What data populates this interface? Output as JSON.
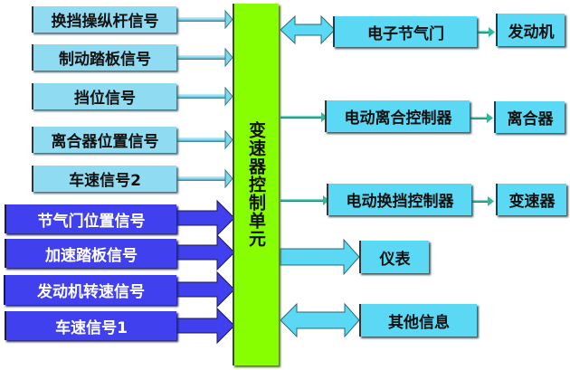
{
  "center": {
    "label": "变速器控制单元",
    "color": "#88ff00"
  },
  "inputs_light": [
    {
      "label": "换挡操纵杆信号"
    },
    {
      "label": "制动踏板信号"
    },
    {
      "label": "挡位信号"
    },
    {
      "label": "离合器位置信号"
    },
    {
      "label": "车速信号2"
    }
  ],
  "inputs_dark": [
    {
      "label": "节气门位置信号"
    },
    {
      "label": "加速踏板信号"
    },
    {
      "label": "发动机转速信号"
    },
    {
      "label": "车速信号1"
    }
  ],
  "outputs": [
    {
      "label": "电子节气门",
      "target": "发动机",
      "link": "bidirectional"
    },
    {
      "label": "电动离合控制器",
      "target": "离合器",
      "link": "output"
    },
    {
      "label": "电动换挡控制器",
      "target": "变速器",
      "link": "output"
    },
    {
      "label": "仪表",
      "link": "output"
    },
    {
      "label": "其他信息",
      "link": "bidirectional"
    }
  ],
  "colors": {
    "light_box": "#8fdcf2",
    "dark_box": "#4040ee",
    "right_box": "#5ad8f4"
  }
}
